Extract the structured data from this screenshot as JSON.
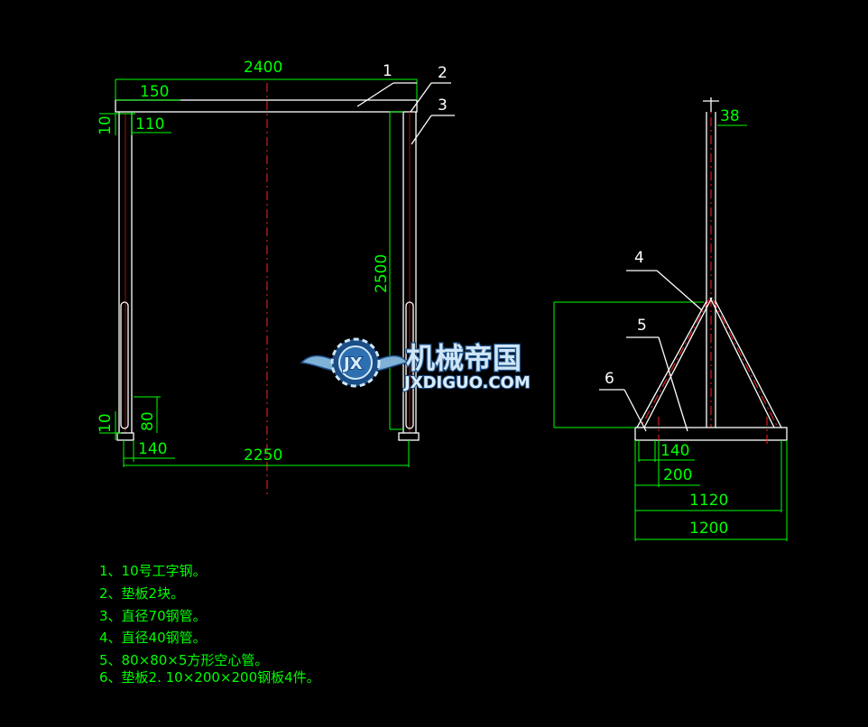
{
  "drawing": {
    "front_view": {
      "dimensions": {
        "top_span": "2400",
        "beam_height": "150",
        "post_width": "110",
        "top_plate": "10",
        "height": "2500",
        "bottom_plate": "10",
        "base_height": "80",
        "base_width": "140",
        "bottom_span": "2250"
      },
      "callouts": [
        "1",
        "2",
        "3"
      ]
    },
    "side_view": {
      "dimensions": {
        "top_width": "38",
        "plate_width": "140",
        "foot_width": "200",
        "inner_span": "1120",
        "outer_span": "1200"
      },
      "callouts": [
        "4",
        "5",
        "6"
      ]
    },
    "notes": [
      "1、10号工字钢。",
      "2、垫板2块。",
      "3、直径70钢管。",
      "4、直径40钢管。",
      "5、80×80×5方形空心管。",
      "6、垫板2.   10×200×200钢板4件。"
    ]
  },
  "watermark": {
    "badge": "JX",
    "chinese": "机械帝国",
    "domain": "JXDIGUO.COM"
  },
  "colors": {
    "background": "#000000",
    "dimension": "#00ff00",
    "outline": "#ffffff",
    "centerline": "#ff2020",
    "watermark_outline": "#1b4d86"
  }
}
